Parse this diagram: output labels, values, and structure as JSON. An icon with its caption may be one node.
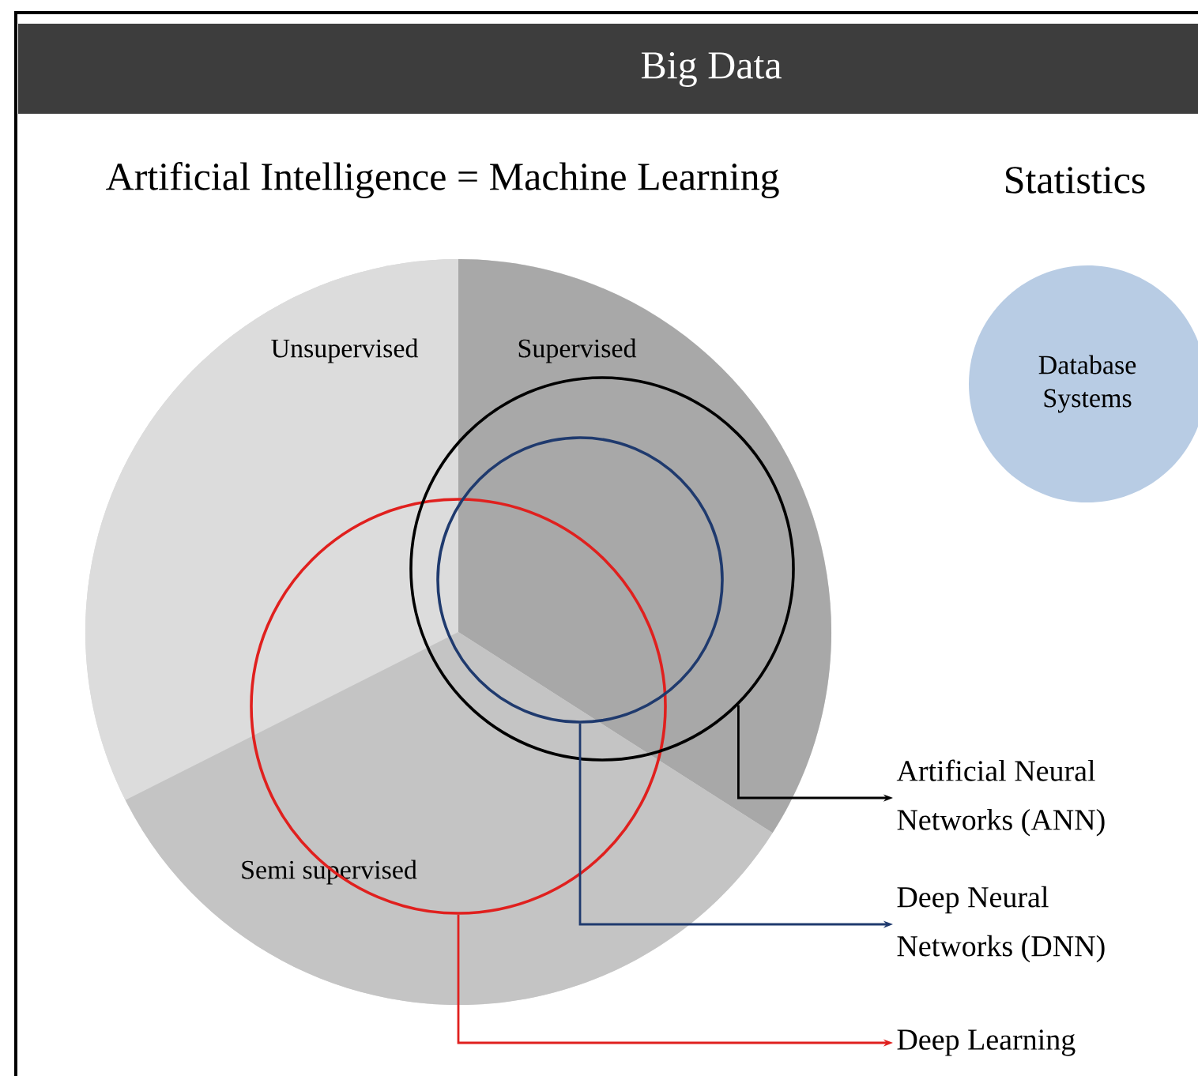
{
  "diagram": {
    "nodes": [
      {
        "text": [
          "Big Data"
        ]
      },
      {
        "text": [
          "Artificial Intelligence = Machine Learning"
        ],
        "in": 0
      },
      {
        "text": [
          "Unsupervised"
        ],
        "in": 1
      },
      {
        "text": [
          "Supervised"
        ],
        "in": 1
      },
      {
        "text": [
          "Semi supervised"
        ],
        "in": 1
      },
      {
        "text": [],
        "shape": "circle",
        "in": 1
      },
      {
        "text": [],
        "shape": "circle",
        "in": 1
      },
      {
        "text": [],
        "shape": "circle",
        "in": 6
      },
      {
        "text": [
          "Database Systems"
        ],
        "in": 0
      },
      {
        "text": [
          "Artificial Neural Networks (ANN)"
        ],
        "in": 0
      },
      {
        "text": [
          "Deep Neural Networks (DNN)"
        ],
        "in": 0
      },
      {
        "text": [
          "Deep Learning"
        ],
        "in": 0
      }
    ],
    "edges": [
      {
        "from": 6,
        "to": 9,
        "arrow": "to",
        "color": "#000000"
      },
      {
        "from": 7,
        "to": 10,
        "arrow": "to",
        "color": "#1f3a6e"
      },
      {
        "from": 5,
        "to": 11,
        "arrow": "to",
        "color": "#e0201e"
      }
    ],
    "labels": [
      "Statistics"
    ]
  }
}
